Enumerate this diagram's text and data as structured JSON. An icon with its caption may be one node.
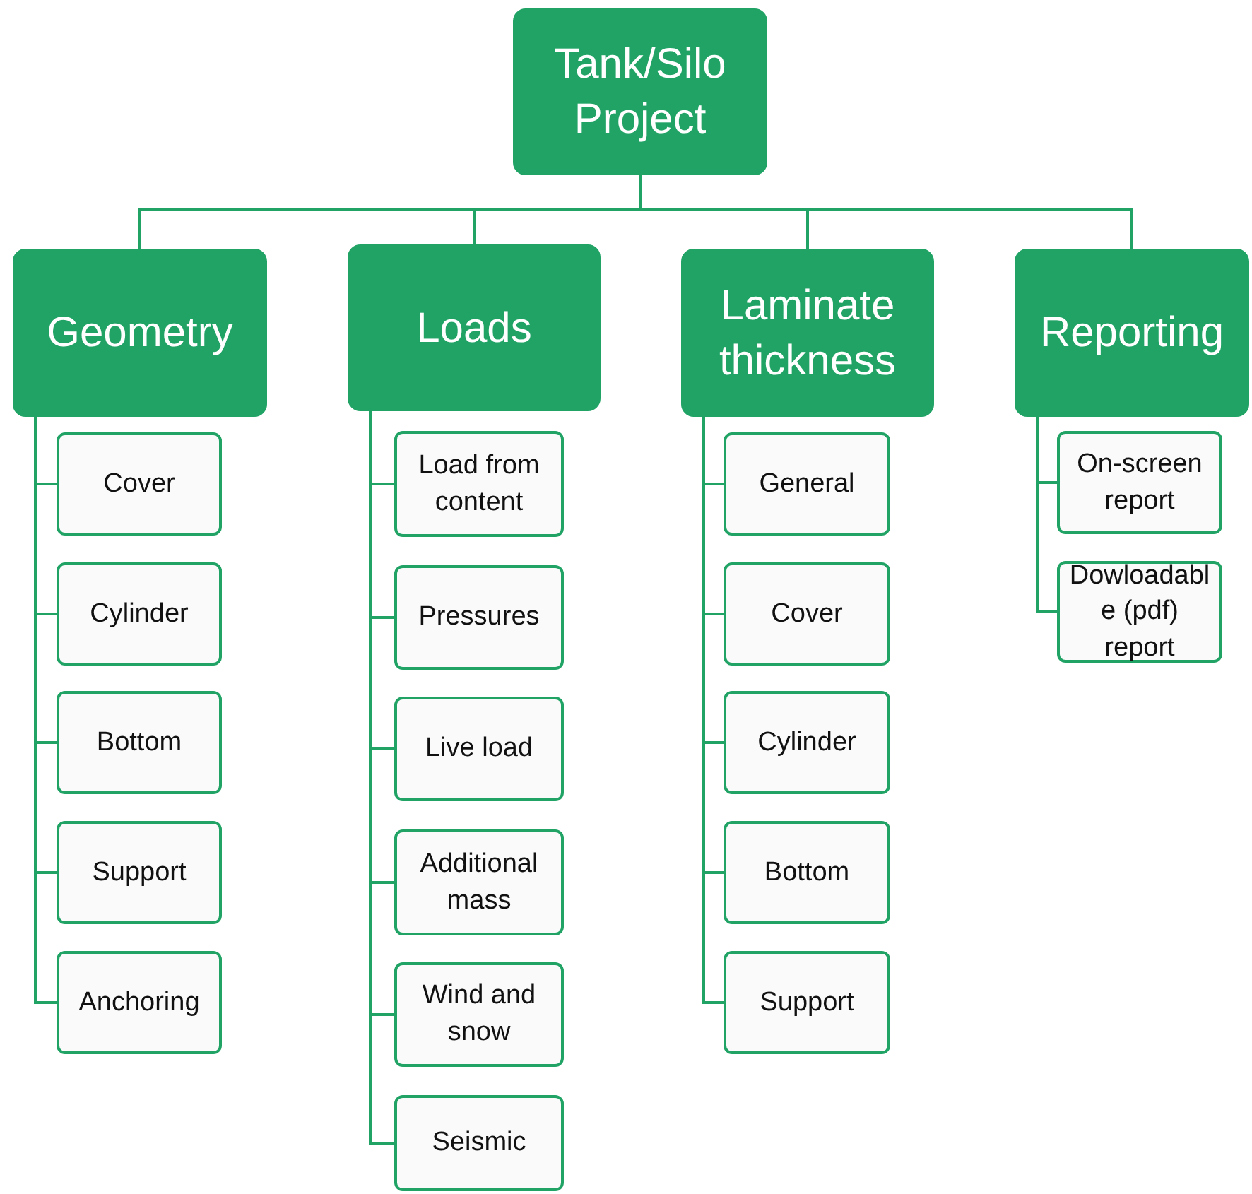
{
  "diagram": {
    "nodes": [
      {
        "text": [
          "Tank/Silo Project"
        ]
      },
      {
        "text": [
          "Geometry"
        ]
      },
      {
        "text": [
          "Cover"
        ]
      },
      {
        "text": [
          "Cylinder"
        ]
      },
      {
        "text": [
          "Bottom"
        ]
      },
      {
        "text": [
          "Support"
        ]
      },
      {
        "text": [
          "Anchoring"
        ]
      },
      {
        "text": [
          "Loads"
        ]
      },
      {
        "text": [
          "Load from content"
        ]
      },
      {
        "text": [
          "Pressures"
        ]
      },
      {
        "text": [
          "Live load"
        ]
      },
      {
        "text": [
          "Additional mass"
        ]
      },
      {
        "text": [
          "Wind and snow"
        ]
      },
      {
        "text": [
          "Seismic"
        ]
      },
      {
        "text": [
          "Laminate thickness"
        ]
      },
      {
        "text": [
          "General"
        ]
      },
      {
        "text": [
          "Cover"
        ]
      },
      {
        "text": [
          "Cylinder"
        ]
      },
      {
        "text": [
          "Bottom"
        ]
      },
      {
        "text": [
          "Support"
        ]
      },
      {
        "text": [
          "Reporting"
        ]
      },
      {
        "text": [
          "On-screen report"
        ]
      },
      {
        "text": [
          "Dowloadable (pdf) report"
        ]
      }
    ],
    "edges": [
      {
        "from": 0,
        "to": 1,
        "arrow": "none"
      },
      {
        "from": 0,
        "to": 7,
        "arrow": "none"
      },
      {
        "from": 0,
        "to": 14,
        "arrow": "none"
      },
      {
        "from": 0,
        "to": 20,
        "arrow": "none"
      },
      {
        "from": 1,
        "to": 2,
        "arrow": "none"
      },
      {
        "from": 1,
        "to": 3,
        "arrow": "none"
      },
      {
        "from": 1,
        "to": 4,
        "arrow": "none"
      },
      {
        "from": 1,
        "to": 5,
        "arrow": "none"
      },
      {
        "from": 1,
        "to": 6,
        "arrow": "none"
      },
      {
        "from": 7,
        "to": 8,
        "arrow": "none"
      },
      {
        "from": 7,
        "to": 9,
        "arrow": "none"
      },
      {
        "from": 7,
        "to": 10,
        "arrow": "none"
      },
      {
        "from": 7,
        "to": 11,
        "arrow": "none"
      },
      {
        "from": 7,
        "to": 12,
        "arrow": "none"
      },
      {
        "from": 7,
        "to": 13,
        "arrow": "none"
      },
      {
        "from": 14,
        "to": 15,
        "arrow": "none"
      },
      {
        "from": 14,
        "to": 16,
        "arrow": "none"
      },
      {
        "from": 14,
        "to": 17,
        "arrow": "none"
      },
      {
        "from": 14,
        "to": 18,
        "arrow": "none"
      },
      {
        "from": 14,
        "to": 19,
        "arrow": "none"
      },
      {
        "from": 20,
        "to": 21,
        "arrow": "none"
      },
      {
        "from": 20,
        "to": 22,
        "arrow": "none"
      }
    ]
  }
}
